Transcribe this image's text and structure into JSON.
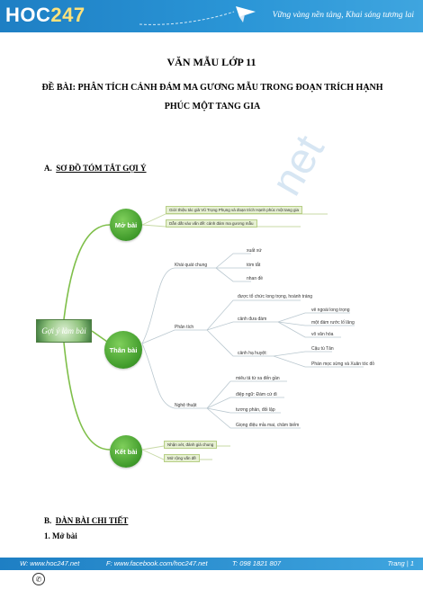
{
  "header": {
    "logo_main": "HOC",
    "logo_num": "247",
    "slogan": "Vững vàng nền tảng, Khai sáng tương lai"
  },
  "title": "VĂN MẪU LỚP 11",
  "subtitle": "ĐỀ BÀI: PHÂN TÍCH CẢNH ĐÁM MA GƯƠNG MẪU TRONG ĐOẠN TRÍCH HẠNH PHÚC MỘT TANG GIA",
  "watermark": "net",
  "section_a_prefix": "A.",
  "section_a_label": "SƠ ĐỒ TÓM TẮT GỢI Ý",
  "mindmap": {
    "center": "Gợi ý làm bài",
    "mo_bai": {
      "label": "Mở bài",
      "items": [
        "Giới thiệu tác giả Vũ Trọng Phụng và đoạn trích Hạnh phúc một tang gia",
        "Dẫn dắt vào vấn đề: cảnh đám ma gương mẫu"
      ]
    },
    "than_bai": {
      "label": "Thân bài",
      "khai_quat": {
        "label": "Khái quát chung",
        "items": [
          "xuất xứ",
          "tóm tắt",
          "nhan đề"
        ]
      },
      "phan_tich": {
        "label": "Phân tích",
        "intro": "được tổ chức long trọng, hoành tráng",
        "canh_dua_dam": {
          "label": "cảnh đưa đám",
          "items": [
            "vẻ ngoài long trọng",
            "một đám rước lố lăng",
            "vô văn hóa"
          ]
        },
        "canh_ha_huyet": {
          "label": "cảnh hạ huyệt:",
          "items": [
            "Cậu tú Tân",
            "Phán mọc sừng và Xuân tóc đỏ"
          ]
        }
      },
      "nghe_thuat": {
        "label": "Nghệ thuật",
        "items": [
          "miêu tả từ xa đến gần",
          "điệp ngữ: Đám cứ đi",
          "tương phản, đối lập",
          "Giọng điệu mỉa mai, châm biếm"
        ]
      }
    },
    "ket_bai": {
      "label": "Kết bài",
      "items": [
        "Nhận xét, đánh giá chung",
        "Mở rộng vấn đề"
      ]
    }
  },
  "section_b_prefix": "B.",
  "section_b_label": "DÀN BÀI CHI TIẾT",
  "section_1": "1.  Mở bài",
  "footer": {
    "web": "W: www.hoc247.net",
    "facebook": "F: www.facebook.com/hoc247.net",
    "phone": "T: 098 1821 807",
    "page": "Trang | 1"
  },
  "colors": {
    "header": "#1e7fc4",
    "node_green": "#3f9a2a",
    "branch_line": "#7fbf4a"
  }
}
